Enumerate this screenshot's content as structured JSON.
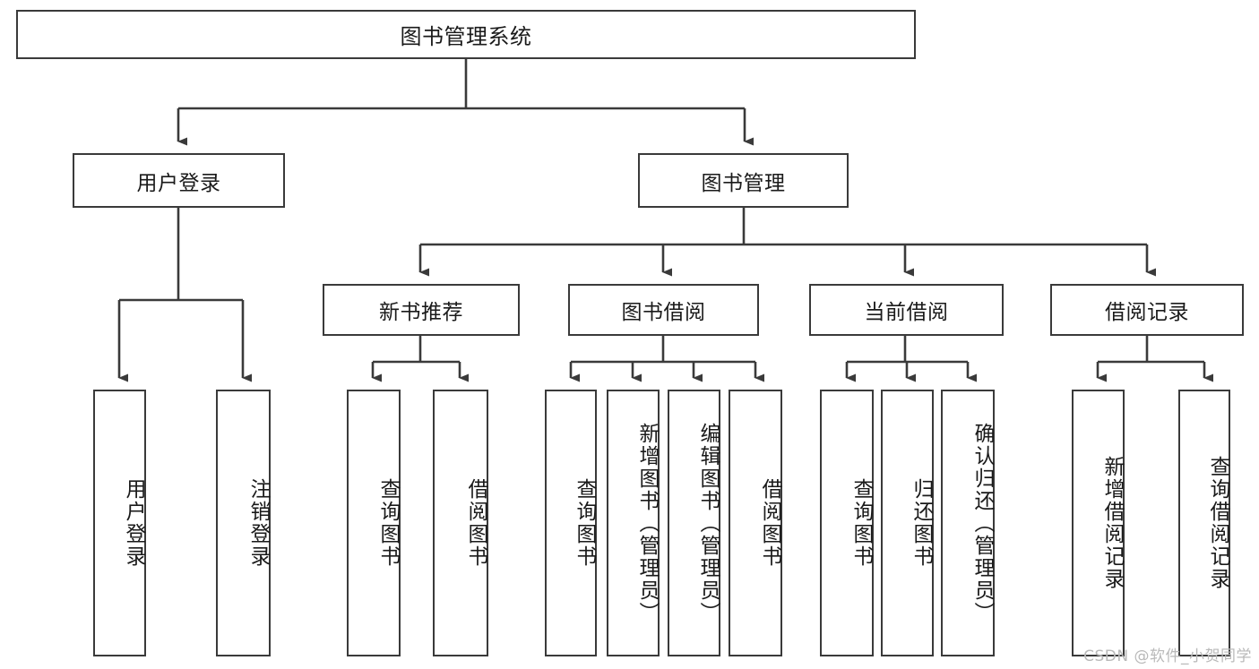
{
  "diagram": {
    "title": "图书管理系统",
    "watermark": "CSDN @软件_小贺同学",
    "level2": [
      {
        "label": "用户登录"
      },
      {
        "label": "图书管理"
      }
    ],
    "level3": [
      {
        "label": "新书推荐"
      },
      {
        "label": "图书借阅"
      },
      {
        "label": "当前借阅"
      },
      {
        "label": "借阅记录"
      }
    ],
    "leaves": {
      "user_login": [
        {
          "label": "用户登录"
        },
        {
          "label": "注销登录"
        }
      ],
      "new_book_recommend": [
        {
          "label": "查询图书"
        },
        {
          "label": "借阅图书"
        }
      ],
      "book_borrow": [
        {
          "label": "查询图书"
        },
        {
          "label": "新增图书（管理员）"
        },
        {
          "label": "编辑图书（管理员）"
        },
        {
          "label": "借阅图书"
        }
      ],
      "current_borrow": [
        {
          "label": "查询图书"
        },
        {
          "label": "归还图书"
        },
        {
          "label": "确认归还（管理员）"
        }
      ],
      "borrow_record": [
        {
          "label": "新增借阅记录"
        },
        {
          "label": "查询借阅记录"
        }
      ]
    }
  }
}
